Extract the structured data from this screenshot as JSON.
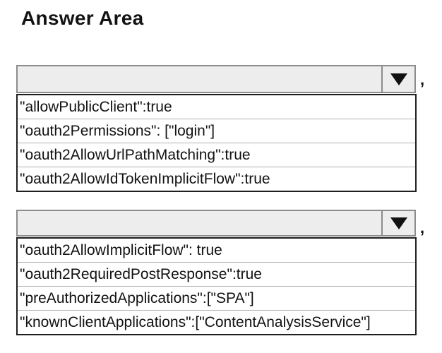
{
  "title": "Answer Area",
  "colors": {
    "page_bg": "#ffffff",
    "text": "#121212",
    "dropdown_fill": "#ededed",
    "dropdown_border": "#8c8c8c",
    "caret": "#111111",
    "list_border": "#1f1f1f",
    "separator": "#b0b0b0"
  },
  "dropdowns": [
    {
      "value": "",
      "icon": "caret-down-icon",
      "trailing_text": ","
    },
    {
      "value": "",
      "icon": "caret-down-icon",
      "trailing_text": ","
    }
  ],
  "lists": [
    {
      "options": [
        "\"allowPublicClient\":true",
        "\"oauth2Permissions\": [\"login\"]",
        "\"oauth2AllowUrlPathMatching\":true",
        "\"oauth2AllowIdTokenImplicitFlow\":true"
      ]
    },
    {
      "options": [
        "\"oauth2AllowImplicitFlow\": true",
        "\"oauth2RequiredPostResponse\":true",
        "\"preAuthorizedApplications\":[\"SPA\"]",
        "\"knownClientApplications\":[\"ContentAnalysisService\"]"
      ]
    }
  ]
}
